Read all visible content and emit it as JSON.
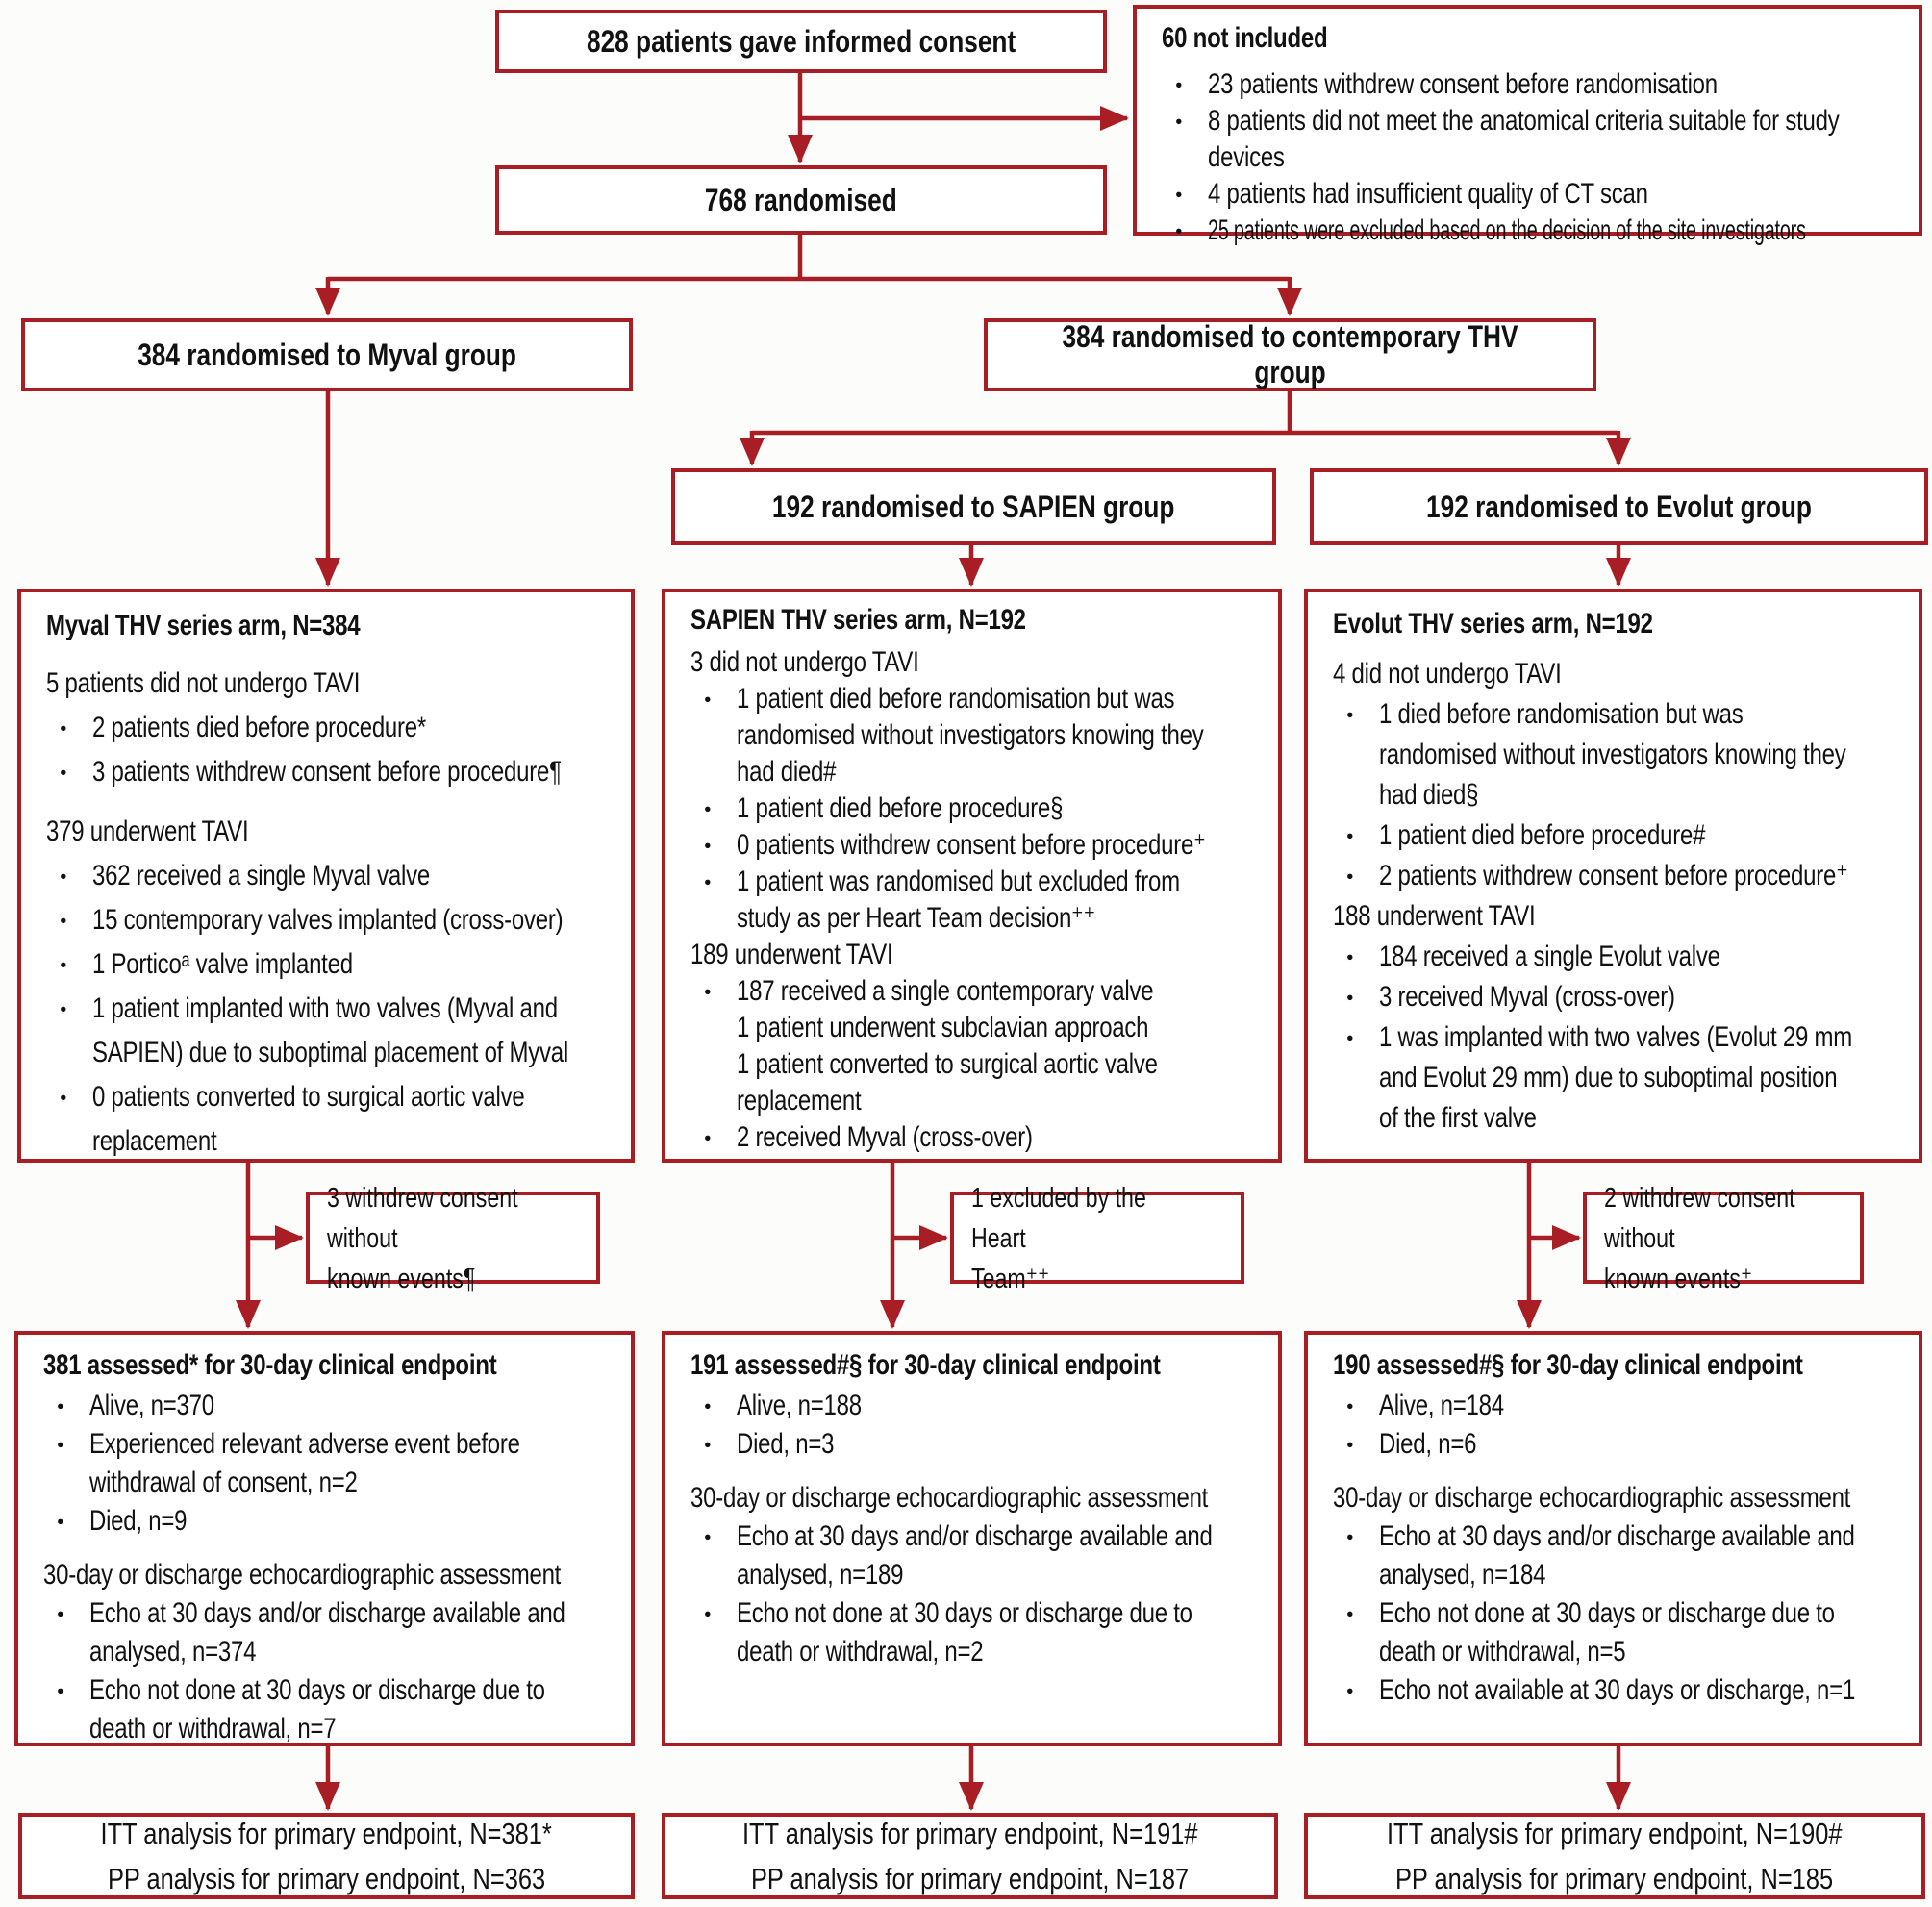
{
  "colors": {
    "accent": "#a81e24",
    "text": "#111111",
    "background": "#fcfcfa"
  },
  "top": {
    "consent": "828 patients gave informed consent",
    "randomised": "768 randomised",
    "not_included": {
      "title": "60 not included",
      "lines": [
        {
          "t": "b",
          "text": "23 patients withdrew consent before randomisation"
        },
        {
          "t": "b",
          "text": "8 patients did not meet the anatomical criteria suitable for study\ndevices"
        },
        {
          "t": "b",
          "text": "4 patients had insufficient quality of CT scan"
        },
        {
          "t": "bt",
          "text": "25 patients were excluded based on the decision of the site investigators"
        }
      ]
    }
  },
  "groups": {
    "myval": "384 randomised to Myval group",
    "contemporary": "384 randomised to contemporary THV group",
    "sapien": "192 randomised to SAPIEN group",
    "evolut": "192 randomised to Evolut group"
  },
  "arms": {
    "myval": {
      "title": "Myval THV series arm, N=384",
      "lines": [
        {
          "t": "h",
          "text": "5 patients did not undergo TAVI"
        },
        {
          "t": "b",
          "text": "2 patients died before procedure*"
        },
        {
          "t": "b",
          "text": "3 patients withdrew consent before procedure¶"
        },
        {
          "t": "hg",
          "text": "379 underwent TAVI"
        },
        {
          "t": "b",
          "text": "362 received a single Myval valve"
        },
        {
          "t": "b",
          "text": "15 contemporary valves implanted (cross-over)"
        },
        {
          "t": "b",
          "text": "1 Porticoᵃ valve implanted"
        },
        {
          "t": "b",
          "text": "1 patient implanted with two valves (Myval and\nSAPIEN) due to suboptimal placement of Myval"
        },
        {
          "t": "b",
          "text": "0 patients converted to surgical aortic valve\nreplacement"
        }
      ]
    },
    "sapien": {
      "title": "SAPIEN THV series arm, N=192",
      "lines": [
        {
          "t": "h",
          "text": "3 did not undergo TAVI"
        },
        {
          "t": "b",
          "text": "1 patient died before randomisation but was\nrandomised without investigators knowing they\nhad died#"
        },
        {
          "t": "b",
          "text": "1 patient died before procedure§"
        },
        {
          "t": "b",
          "text": "0 patients withdrew consent before procedure⁺"
        },
        {
          "t": "b",
          "text": "1 patient was randomised but excluded from\nstudy as per Heart Team decision⁺⁺"
        },
        {
          "t": "h",
          "text": "189 underwent TAVI"
        },
        {
          "t": "b",
          "text": "187 received a single contemporary valve"
        },
        {
          "t": "s",
          "text": "1 patient underwent subclavian approach"
        },
        {
          "t": "s",
          "text": "1 patient converted to surgical aortic valve\nreplacement"
        },
        {
          "t": "b",
          "text": "2 received Myval (cross-over)"
        }
      ]
    },
    "evolut": {
      "title": "Evolut THV series arm, N=192",
      "lines": [
        {
          "t": "h",
          "text": "4 did not undergo TAVI"
        },
        {
          "t": "b",
          "text": "1 died before randomisation but was\nrandomised without investigators knowing they\nhad died§"
        },
        {
          "t": "b",
          "text": "1 patient died before procedure#"
        },
        {
          "t": "b",
          "text": "2 patients withdrew consent before procedure⁺"
        },
        {
          "t": "h",
          "text": "188 underwent TAVI"
        },
        {
          "t": "b",
          "text": "184 received a single Evolut valve"
        },
        {
          "t": "b",
          "text": "3 received Myval (cross-over)"
        },
        {
          "t": "b",
          "text": "1 was implanted with two valves (Evolut 29 mm\nand Evolut 29 mm) due to suboptimal position\nof the first valve"
        }
      ]
    }
  },
  "side_notes": {
    "myval": "3 withdrew consent without\nknown events¶",
    "sapien": "1 excluded by the Heart\nTeam⁺⁺",
    "evolut": "2 withdrew consent without\nknown events⁺"
  },
  "assessed": {
    "myval": {
      "title": "381 assessed* for 30-day clinical endpoint",
      "lines": [
        {
          "t": "b",
          "text": "Alive, n=370"
        },
        {
          "t": "b",
          "text": "Experienced relevant adverse event before\nwithdrawal of consent, n=2"
        },
        {
          "t": "b",
          "text": "Died, n=9"
        },
        {
          "t": "hg",
          "text": "30-day or discharge echocardiographic assessment"
        },
        {
          "t": "b",
          "text": "Echo at 30 days and/or discharge available and\nanalysed, n=374"
        },
        {
          "t": "b",
          "text": "Echo not done at 30 days or discharge due to\ndeath or withdrawal, n=7"
        }
      ]
    },
    "sapien": {
      "title": "191 assessed#§ for 30-day clinical endpoint",
      "lines": [
        {
          "t": "b",
          "text": "Alive, n=188"
        },
        {
          "t": "b",
          "text": "Died, n=3"
        },
        {
          "t": "hg",
          "text": "30-day or discharge echocardiographic assessment"
        },
        {
          "t": "b",
          "text": "Echo at 30 days and/or discharge available and\nanalysed, n=189"
        },
        {
          "t": "b",
          "text": "Echo not done at 30 days or discharge due to\ndeath or withdrawal, n=2"
        }
      ]
    },
    "evolut": {
      "title": "190 assessed#§ for 30-day clinical endpoint",
      "lines": [
        {
          "t": "b",
          "text": "Alive, n=184"
        },
        {
          "t": "b",
          "text": "Died, n=6"
        },
        {
          "t": "hg",
          "text": "30-day or discharge echocardiographic assessment"
        },
        {
          "t": "b",
          "text": "Echo at 30 days and/or discharge available and\nanalysed, n=184"
        },
        {
          "t": "b",
          "text": "Echo not done at 30 days or discharge due to\ndeath or withdrawal, n=5"
        },
        {
          "t": "b",
          "text": "Echo not available at 30 days or discharge, n=1"
        }
      ]
    }
  },
  "analysis": {
    "myval": {
      "lines": [
        "ITT analysis for primary endpoint, N=381*",
        "PP analysis for primary endpoint, N=363"
      ]
    },
    "sapien": {
      "lines": [
        "ITT analysis for primary endpoint, N=191#",
        "PP analysis for primary endpoint, N=187"
      ]
    },
    "evolut": {
      "lines": [
        "ITT analysis for primary endpoint, N=190#",
        "PP analysis for primary endpoint, N=185"
      ]
    }
  }
}
